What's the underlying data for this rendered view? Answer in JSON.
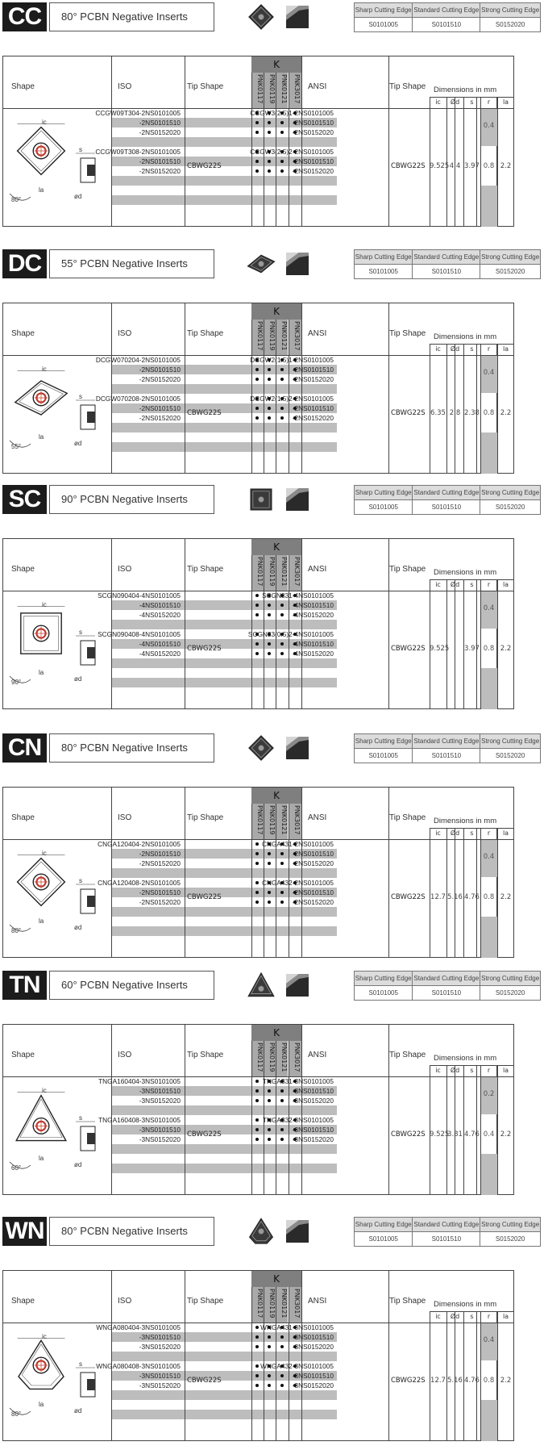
{
  "headers": {
    "shape": "Shape",
    "iso": "ISO",
    "tip_shape": "Tip Shape",
    "k": "K",
    "grades": [
      "PNK0117",
      "PNK0119",
      "PNK0121",
      "PNK3017"
    ],
    "ansi": "ANSI",
    "dimensions": "Dimensions in mm",
    "dim_cols": [
      "ic",
      "Ød",
      "s",
      "r",
      "la"
    ]
  },
  "edge_labels": [
    "Sharp Cutting Edge",
    "Standard Cutting Edge",
    "Strong Cutting Edge"
  ],
  "edge_codes": [
    "S0101005",
    "S0101510",
    "S0152020"
  ],
  "tip_value": "CBWG22S",
  "sections": [
    {
      "code": "CC",
      "title": "80° PCBN Negative Inserts",
      "shape_kind": "rhombus80",
      "iso_lines": [
        "CCGW09T304-2NS0101005",
        "-2NS0101510",
        "-2NS0152020",
        "CCGW09T308-2NS0101005",
        "-2NS0101510",
        "-2NS0152020"
      ],
      "ansi_lines": [
        "CCGW3(2.5)1-2NS0101005",
        "-2NS0101510",
        "-2NS0152020",
        "CCGW3(2.5)2-2NS0101005",
        "-2NS0101510",
        "-2NS0152020"
      ],
      "dims": {
        "ic": "9.525",
        "d": "4.4",
        "s": "3.97",
        "r1": "0.4",
        "r2": "0.8",
        "la": "2.2"
      },
      "angle": "80°"
    },
    {
      "code": "DC",
      "title": "55° PCBN Negative Inserts",
      "shape_kind": "rhombus55",
      "iso_lines": [
        "DCGW070204-2NS0101005",
        "-2NS0101510",
        "-2NS0152020",
        "DCGW070208-2NS0101005",
        "-2NS0101510",
        "-2NS0152020"
      ],
      "ansi_lines": [
        "DCGW2(1.5)1-2NS0101005",
        "-2NS0101510",
        "-2NS0152020",
        "DCGW2(1.5)2-2NS0101005",
        "-2NS0101510",
        "-2NS0152020"
      ],
      "dims": {
        "ic": "6.35",
        "d": "2.8",
        "s": "2.38",
        "r1": "0.4",
        "r2": "0.8",
        "la": "2.2"
      },
      "angle": "55°"
    },
    {
      "code": "SC",
      "title": "90° PCBN Negative Inserts",
      "shape_kind": "square",
      "iso_lines": [
        "SCGN090404-4NS0101005",
        "-4NS0101510",
        "-4NS0152020",
        "SCGN090408-4NS0101005",
        "-4NS0101510",
        "-4NS0152020"
      ],
      "ansi_lines": [
        "SCGN331-4NS0101005",
        "-4NS0101510",
        "-4NS0152020",
        "SCGN33(0.5)2-4NS0101005",
        "-4NS0101510",
        "-4NS0152020"
      ],
      "dims": {
        "ic": "9.525",
        "d": "",
        "s": "3.97",
        "r1": "0.4",
        "r2": "0.8",
        "la": "2.2"
      },
      "angle": "90°"
    },
    {
      "code": "CN",
      "title": "80° PCBN Negative Inserts",
      "shape_kind": "rhombus80",
      "iso_lines": [
        "CNGA120404-2NS0101005",
        "-2NS0101510",
        "-2NS0152020",
        "CNGA120408-2NS0101005",
        "-2NS0101510",
        "-2NS0152020"
      ],
      "ansi_lines": [
        "CNGA431-2NS0101005",
        "-2NS0101510",
        "-2NS0152020",
        "CNGA432-2NS0101005",
        "-2NS0101510",
        "-2NS0152020"
      ],
      "dims": {
        "ic": "12.7",
        "d": "5.16",
        "s": "4.76",
        "r1": "0.4",
        "r2": "0.8",
        "la": "2.2"
      },
      "angle": "80°"
    },
    {
      "code": "TN",
      "title": "60° PCBN Negative Inserts",
      "shape_kind": "triangle",
      "iso_lines": [
        "TNGA160404-3NS0101005",
        "-3NS0101510",
        "-3NS0152020",
        "TNGA160408-3NS0101005",
        "-3NS0101510",
        "-3NS0152020"
      ],
      "ansi_lines": [
        "TNGA331-3NS0101005",
        "-3NS0101510",
        "-3NS0152020",
        "TNGA332-3NS0101005",
        "-3NS0101510",
        "-3NS0152020"
      ],
      "dims": {
        "ic": "9.525",
        "d": "3.81",
        "s": "4.76",
        "r1": "0.2",
        "r2": "0.4",
        "la": "2.2"
      },
      "angle": "60°"
    },
    {
      "code": "WN",
      "title": "80° PCBN Negative Inserts",
      "shape_kind": "trigon",
      "iso_lines": [
        "WNGA080404-3NS0101005",
        "-3NS0101510",
        "-3NS0152020",
        "WNGA080408-3NS0101005",
        "-3NS0101510",
        "-3NS0152020"
      ],
      "ansi_lines": [
        "WNGA431-3NS0101005",
        "-3NS0101510",
        "-3NS0152020",
        "WNGA432-3NS0101005",
        "-3NS0101510",
        "-3NS0152020"
      ],
      "dims": {
        "ic": "12.7",
        "d": "5.16",
        "s": "4.76",
        "r1": "0.4",
        "r2": "0.8",
        "la": "2.2"
      },
      "angle": "80°"
    }
  ],
  "diagram_labels": {
    "ic": "ic",
    "s": "s",
    "la": "la",
    "d": "ød"
  }
}
